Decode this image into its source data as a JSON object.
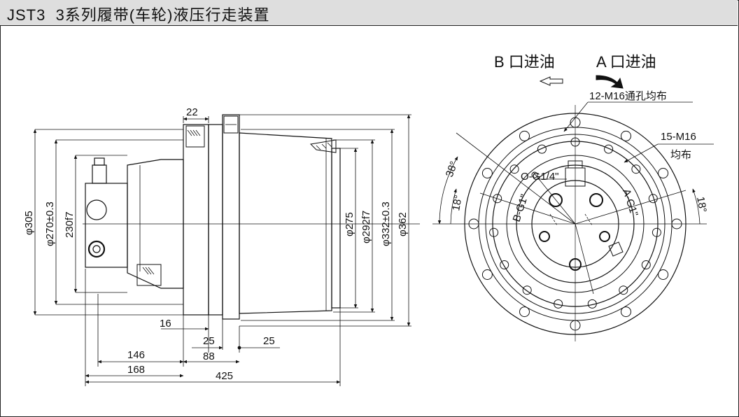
{
  "title": "JST3  3系列履带(车轮)液压行走装置",
  "ports": {
    "b_port": "B 口进油",
    "a_port": "A 口进油"
  },
  "bolt_callouts": {
    "outer": "12-M16通孔均布",
    "inner_line1": "15-M16",
    "inner_line2": "均布"
  },
  "port_labels": {
    "o": "O-G1/4\"",
    "b": "B-G1\"",
    "a": "A-G1\""
  },
  "angles": {
    "a38": "38°",
    "a18_left": "18°",
    "a18_right": "18°"
  },
  "diameters": {
    "d305": "φ305",
    "d270": "φ270±0.3",
    "d230": "230f7",
    "d275": "φ275",
    "d292": "φ292f7",
    "d332": "φ332±0.3",
    "d362": "φ362"
  },
  "lengths": {
    "l22": "22",
    "l16": "16",
    "l25a": "25",
    "l25b": "25",
    "l88": "88",
    "l146": "146",
    "l168": "168",
    "l425": "425"
  }
}
